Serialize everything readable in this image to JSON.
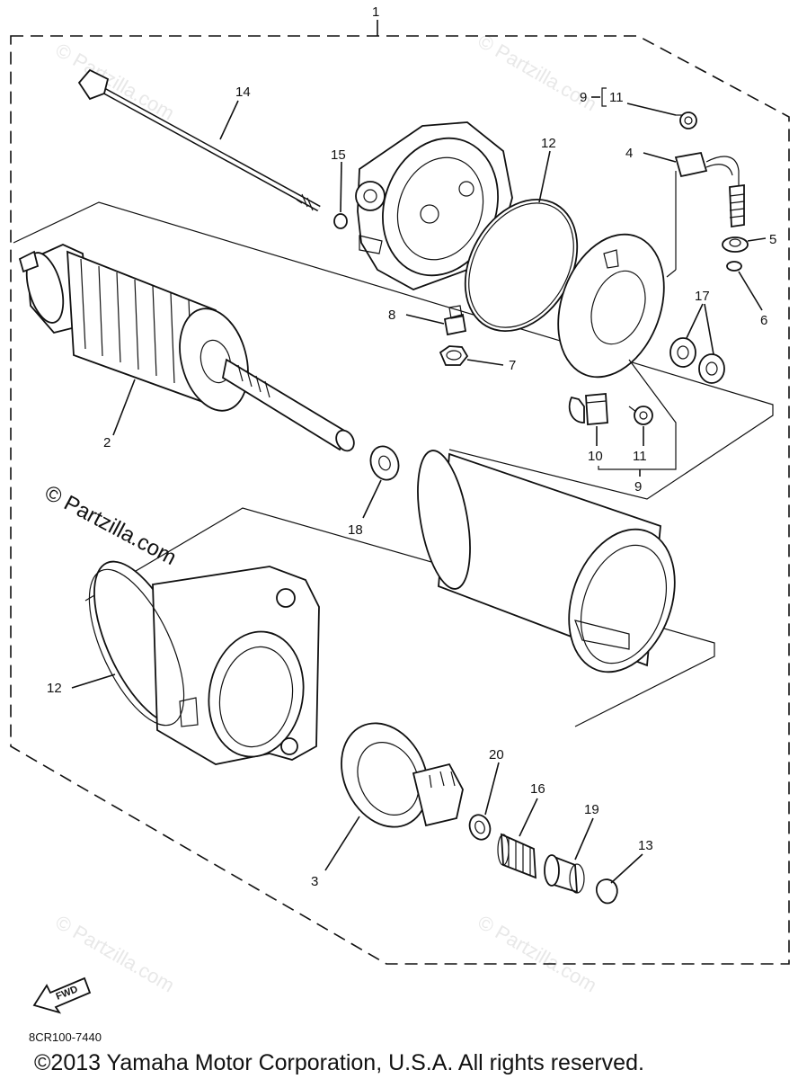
{
  "diagram": {
    "assembly_callout": "1",
    "callouts": {
      "c2": "2",
      "c3": "3",
      "c4": "4",
      "c5": "5",
      "c6": "6",
      "c7": "7",
      "c8": "8",
      "c9a": "9",
      "c9b": "9",
      "c10": "10",
      "c11a": "11",
      "c11b": "11",
      "c12a": "12",
      "c12b": "12",
      "c13": "13",
      "c14": "14",
      "c15": "15",
      "c16": "16",
      "c17": "17",
      "c18": "18",
      "c19": "19",
      "c20": "20"
    },
    "watermark_main": "© Partzilla.com",
    "watermark_faint": "© Partzilla.com",
    "fwd_label": "FWD",
    "diagram_code": "8CR100-7440",
    "copyright": "©2013 Yamaha Motor Corporation, U.S.A. All rights reserved."
  }
}
